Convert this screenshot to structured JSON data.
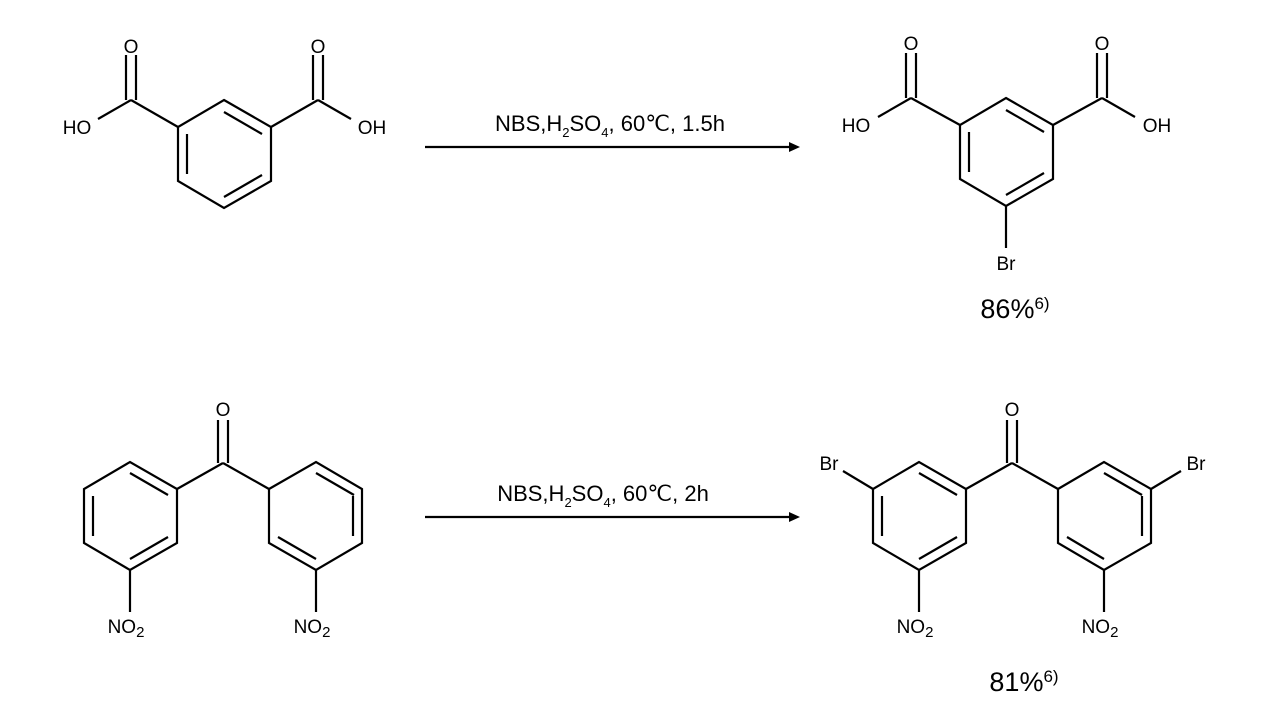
{
  "reactions": [
    {
      "reagents": "NBS,H",
      "reagents_sub1": "2",
      "reagents_mid": "SO",
      "reagents_sub2": "4",
      "reagents_end": ", 60℃, 1.5h",
      "starting_material": {
        "left_oh": "HO",
        "right_oh": "OH",
        "left_o": "O",
        "right_o": "O"
      },
      "product": {
        "left_oh": "HO",
        "right_oh": "OH",
        "left_o": "O",
        "right_o": "O",
        "br": "Br"
      },
      "yield": "86%",
      "ref": "6)"
    },
    {
      "reagents": "NBS,H",
      "reagents_sub1": "2",
      "reagents_mid": "SO",
      "reagents_sub2": "4",
      "reagents_end": ", 60℃, 2h",
      "starting_material": {
        "o": "O",
        "no": "NO",
        "no_sub": "2"
      },
      "product": {
        "o": "O",
        "br": "Br",
        "no": "NO",
        "no_sub": "2"
      },
      "yield": "81%",
      "ref": "6)"
    }
  ]
}
